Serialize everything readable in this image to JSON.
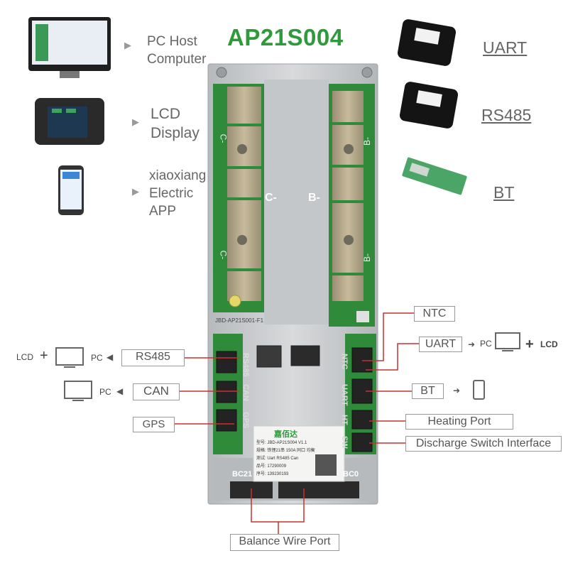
{
  "title": "AP21S004",
  "left_items": [
    {
      "label": "PC Host Computer",
      "lines": [
        "PC Host",
        "Computer"
      ],
      "icon": "monitor-icon"
    },
    {
      "label": "LCD Display",
      "lines": [
        "LCD",
        "Display"
      ],
      "icon": "lcd-display-icon"
    },
    {
      "label": "xiaoxiang Electric APP",
      "lines": [
        "xiaoxiang",
        "Electric",
        "APP"
      ],
      "icon": "phone-app-icon"
    }
  ],
  "right_items": [
    {
      "label": "UART",
      "icon": "uart-module-icon"
    },
    {
      "label": "RS485",
      "icon": "rs485-module-icon"
    },
    {
      "label": "BT",
      "icon": "bluetooth-module-icon"
    }
  ],
  "board": {
    "pads_left": [
      "C-",
      "C-"
    ],
    "center_left": "C-",
    "center_right": "B-",
    "pads_right": [
      "B-",
      "B-"
    ],
    "connectors_left": [
      "RS485",
      "CAN",
      "GPS"
    ],
    "connectors_right": [
      "NTC",
      "UART",
      "HT",
      "SW"
    ],
    "bc_left": "BC21",
    "bc_right": "BC0",
    "silkscreen_top": "JBD-AP21S001-F1",
    "label_sticker": {
      "brand": "嘉佰达",
      "rows": [
        "型号: JBD-AP21S004 V1.1",
        "规格: 铁锂21串 150A 同口 均衡",
        "测试: Uart RS485 Can",
        "品号: 17290009",
        "序号: 139230193"
      ]
    }
  },
  "callouts_left": [
    {
      "box": "RS485",
      "pc": "PC",
      "lcd": "LCD",
      "plus": "+"
    },
    {
      "box": "CAN",
      "pc": "PC"
    },
    {
      "box": "GPS"
    }
  ],
  "callouts_right": [
    {
      "box": "NTC"
    },
    {
      "box": "UART",
      "pc": "PC",
      "plus": "+",
      "lcd": "LCD"
    },
    {
      "box": "BT"
    },
    {
      "box": "Heating Port"
    },
    {
      "box": "Discharge Switch Interface"
    }
  ],
  "bottom_callout": "Balance Wire Port",
  "colors": {
    "title": "#2f9a3b",
    "pcb": "#2f8a3a",
    "plate": "#c9ccce",
    "line": "#c8312e",
    "copper": "#b7a889"
  }
}
